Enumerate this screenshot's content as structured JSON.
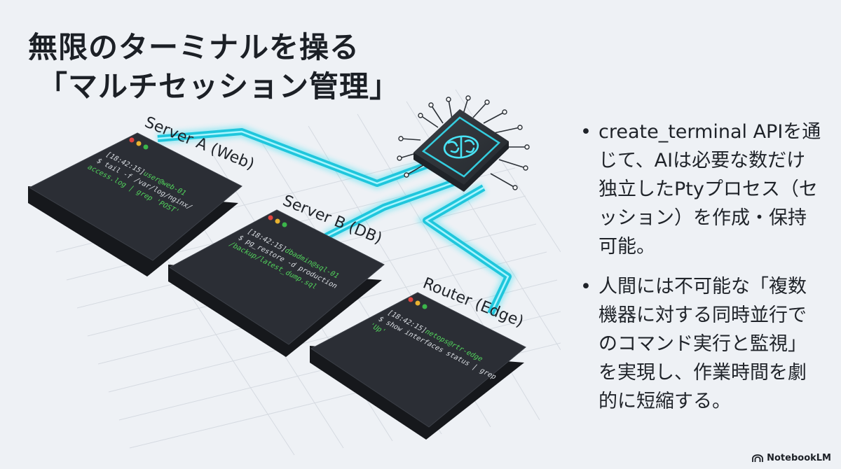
{
  "title": {
    "line1": "無限のターミナルを操る",
    "line2": "「マルチセッション管理」"
  },
  "servers": [
    {
      "label": "Server A (Web)",
      "prompt_time": "[18:42:15]",
      "prompt_host": "user@web-01",
      "command_lines": [
        "$ tail -f /var/log/nginx/",
        "access.log | grep 'POST'"
      ]
    },
    {
      "label": "Server B (DB)",
      "prompt_time": "[18:42:15]",
      "prompt_host": "dbadmin@sql-01",
      "command_lines": [
        "$ pg_restore -d production",
        "/backup/latest_dump.sql"
      ]
    },
    {
      "label": "Router (Edge)",
      "prompt_time": "[18:42:15]",
      "prompt_host": "netops@rtr-edge",
      "command_lines": [
        "$ show interfaces status | grep",
        "'Up'"
      ]
    }
  ],
  "hub": {
    "icon": "brain-circuit-icon"
  },
  "bullets": [
    "create_terminal APIを通じて、AIは必要な数だけ独立したPtyプロセス（セッション）を作成・保持可能。",
    "人間には不可能な「複数機器に対する同時並行でのコマンド実行と監視」を実現し、作業時間を劇的に短縮する。"
  ],
  "bullet_marker": "•",
  "brand": {
    "name": "NotebookLM",
    "icon": "notebooklm-logo-icon"
  },
  "colors": {
    "background": "#eef1f5",
    "terminal_body": "#2b2e35",
    "terminal_face": "#23262c",
    "prompt_green": "#52d45c",
    "command_white": "#d9dde2",
    "cable_cyan": "#35dff2",
    "chip_dark": "#2f3338",
    "dot_red": "#e0443e",
    "dot_yellow": "#e8b230",
    "dot_green": "#3bb54a"
  }
}
